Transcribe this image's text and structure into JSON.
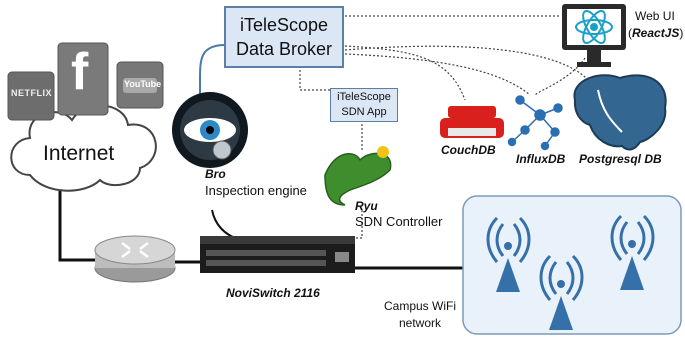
{
  "internet": {
    "label": "Internet"
  },
  "services": [
    {
      "name": "netflix",
      "label": "NETFLIX"
    },
    {
      "name": "facebook",
      "label": "f"
    },
    {
      "name": "youtube",
      "label": "YouTube"
    }
  ],
  "data_broker": {
    "line1": "iTeleScope",
    "line2": "Data Broker"
  },
  "sdn_app": {
    "line1": "iTeleScope",
    "line2": "SDN App"
  },
  "web_ui": {
    "line1": "Web UI",
    "line2": "ReactJS"
  },
  "databases": {
    "couchdb": "CouchDB",
    "influxdb": "InfluxDB",
    "postgres": "Postgresql DB"
  },
  "bro": {
    "name": "Bro",
    "desc": "Inspection engine"
  },
  "ryu": {
    "name": "Ryu",
    "desc": "SDN Controller"
  },
  "switch": {
    "name": "NoviSwitch 2116"
  },
  "wifi": {
    "line1": "Campus WiFi",
    "line2": "network"
  },
  "colors": {
    "box_fill": "#dbe7f5",
    "box_border": "#5d7fa6",
    "link_blue": "#4a7aa8",
    "couch_red": "#d9201c",
    "influx_blue": "#2b6fb3",
    "postgres_blue": "#336791",
    "react_cyan": "#1aa0c8",
    "wifi_fill": "#e9f1fb"
  }
}
